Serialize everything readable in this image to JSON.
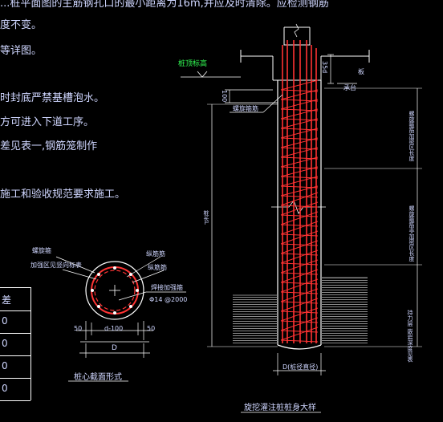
{
  "notes": [
    "...桩平面图的主筋钢孔口的最小距离为16m,并应及时清除。应检测钢筋",
    "度不变。",
    "等详图。",
    "时封底严禁基槽泡水。",
    "方可进入下道工序。",
    "差见表一,钢筋笼制作",
    "施工和验收规范要求施工。"
  ],
  "table": {
    "header": "差",
    "rows": [
      "0",
      "0",
      "0",
      "0"
    ]
  },
  "section": {
    "labels": {
      "spiral": "螺旋箍",
      "stiffener": "加强区见竖向标表",
      "longitudinal": "纵筋筋",
      "main_bar": "纵筋筋",
      "welded_hoop": "焊接加强箍",
      "hoop_spec": "Φ14 @2000",
      "dim_left": "50",
      "dim_mid": "d-100",
      "dim_right": "50",
      "dim_total": "D"
    },
    "title": "桩心截面形式"
  },
  "elevation": {
    "labels": {
      "pile_top": "桩顶标高",
      "dim_35d": "35d",
      "cap_bar": "板",
      "cap_note": "承台",
      "dim_100": "100",
      "spiral_hoop": "螺旋箍筋",
      "pile_length": "桩长L",
      "dense_zone": "螺旋箍筋加密区长度",
      "normal_zone": "螺旋箍筋非加密区长度",
      "embed_zone": "持力层 嵌岩深度见表",
      "diameter": "D(桩径直径)"
    },
    "title": "旋挖灌注桩桩身大样"
  }
}
